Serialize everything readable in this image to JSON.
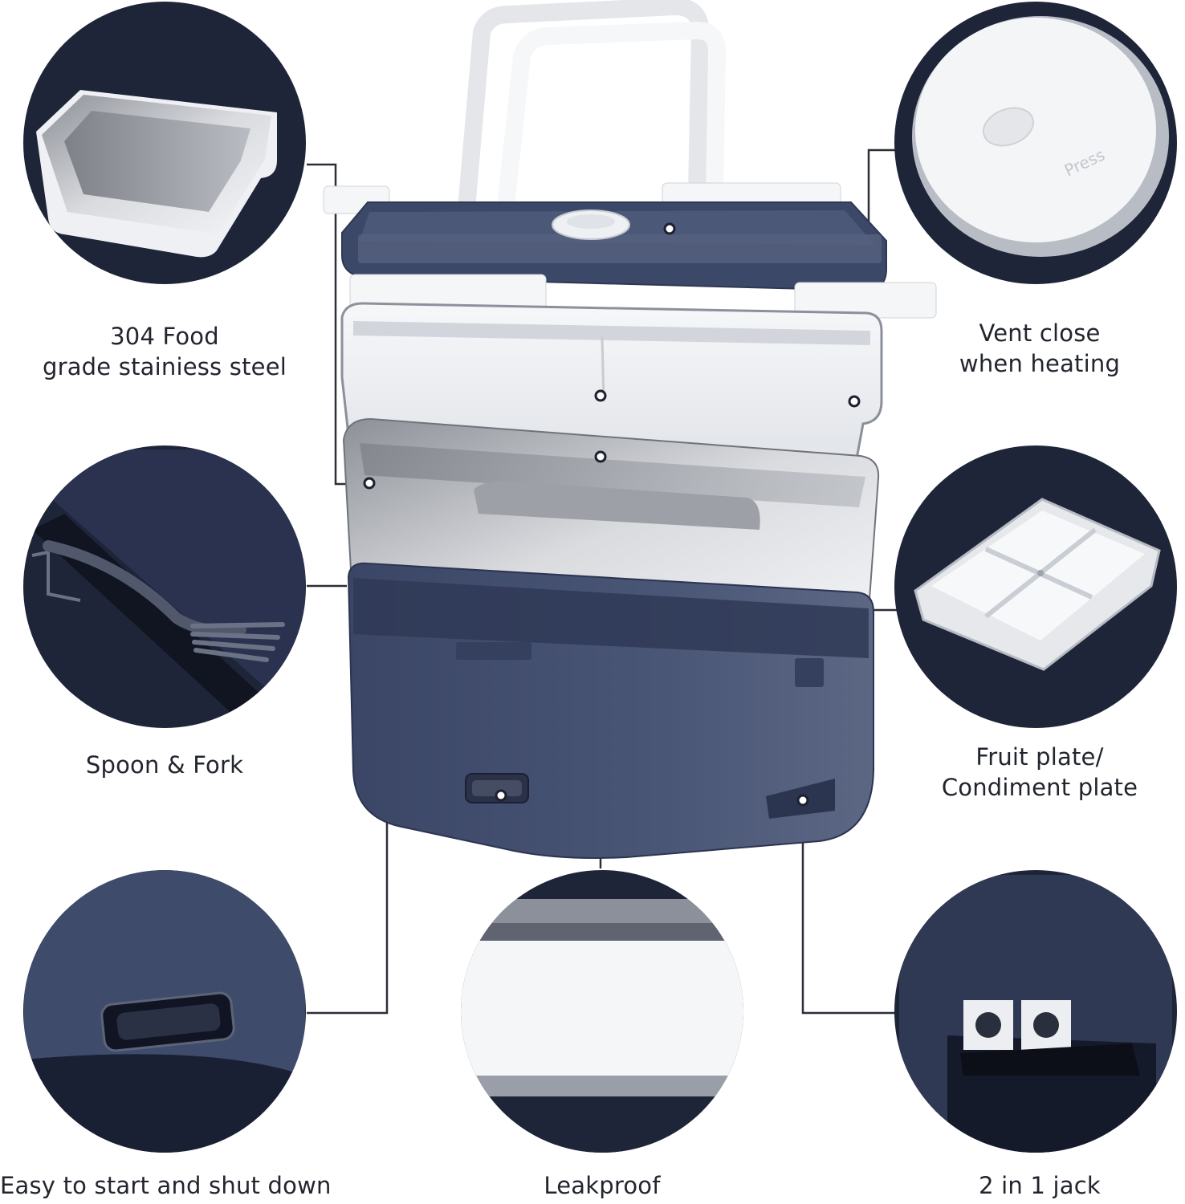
{
  "colors": {
    "navy": "#1e2538",
    "box_blue": "#3d4a6a",
    "steel": "#c9ccd2",
    "white_part": "#f3f4f6",
    "leader_line": "#2c2f38"
  },
  "callouts": {
    "steel_container": {
      "icon": "steel-tray-icon",
      "lines": [
        "304 Food",
        "grade stainiess steel"
      ]
    },
    "vent": {
      "icon": "vent-button-icon",
      "lines": [
        "Vent close",
        "when heating"
      ]
    },
    "cutlery": {
      "icon": "fork-icon",
      "lines": [
        "Spoon & Fork"
      ]
    },
    "fruit_plate": {
      "icon": "divided-plate-icon",
      "lines": [
        "Fruit plate/",
        "Condiment plate"
      ]
    },
    "switch": {
      "icon": "power-switch-icon",
      "lines": [
        "Easy to start and shut down"
      ]
    },
    "leakproof": {
      "icon": "seal-icon",
      "lines": [
        "Leakproof"
      ]
    },
    "jack": {
      "icon": "power-jack-icon",
      "lines": [
        "2 in 1 jack"
      ]
    }
  },
  "product": {
    "lid_press_text": "Press"
  }
}
